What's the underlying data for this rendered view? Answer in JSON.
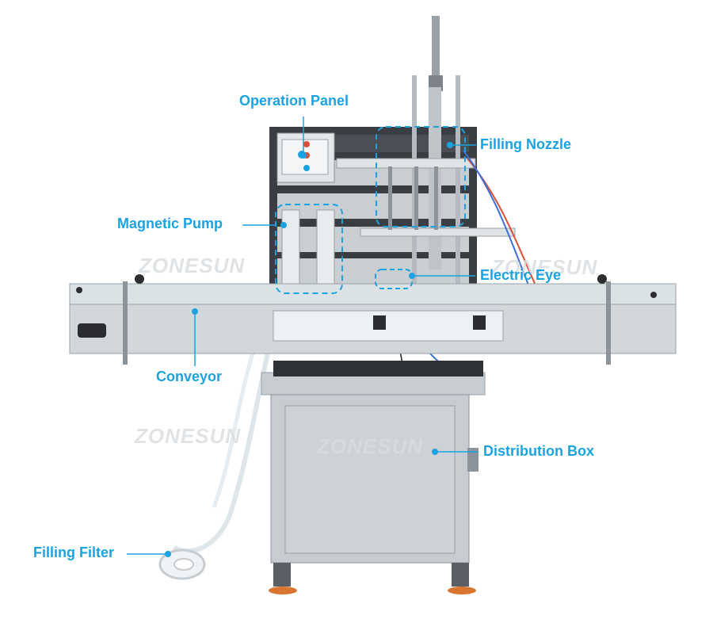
{
  "labels": {
    "operation_panel": "Operation Panel",
    "filling_nozzle": "Filling Nozzle",
    "magnetic_pump": "Magnetic Pump",
    "electric_eye": "Electric Eye",
    "conveyor": "Conveyor",
    "distribution_box": "Distribution Box",
    "filling_filter": "Filling Filter"
  },
  "watermark": "ZONESUN",
  "colors": {
    "callout": "#1aa3e0",
    "steel": "#c9ced3",
    "panel_dark": "#3a3d42",
    "hose_red": "#d9503a",
    "hose_blue": "#3a6fd8"
  }
}
